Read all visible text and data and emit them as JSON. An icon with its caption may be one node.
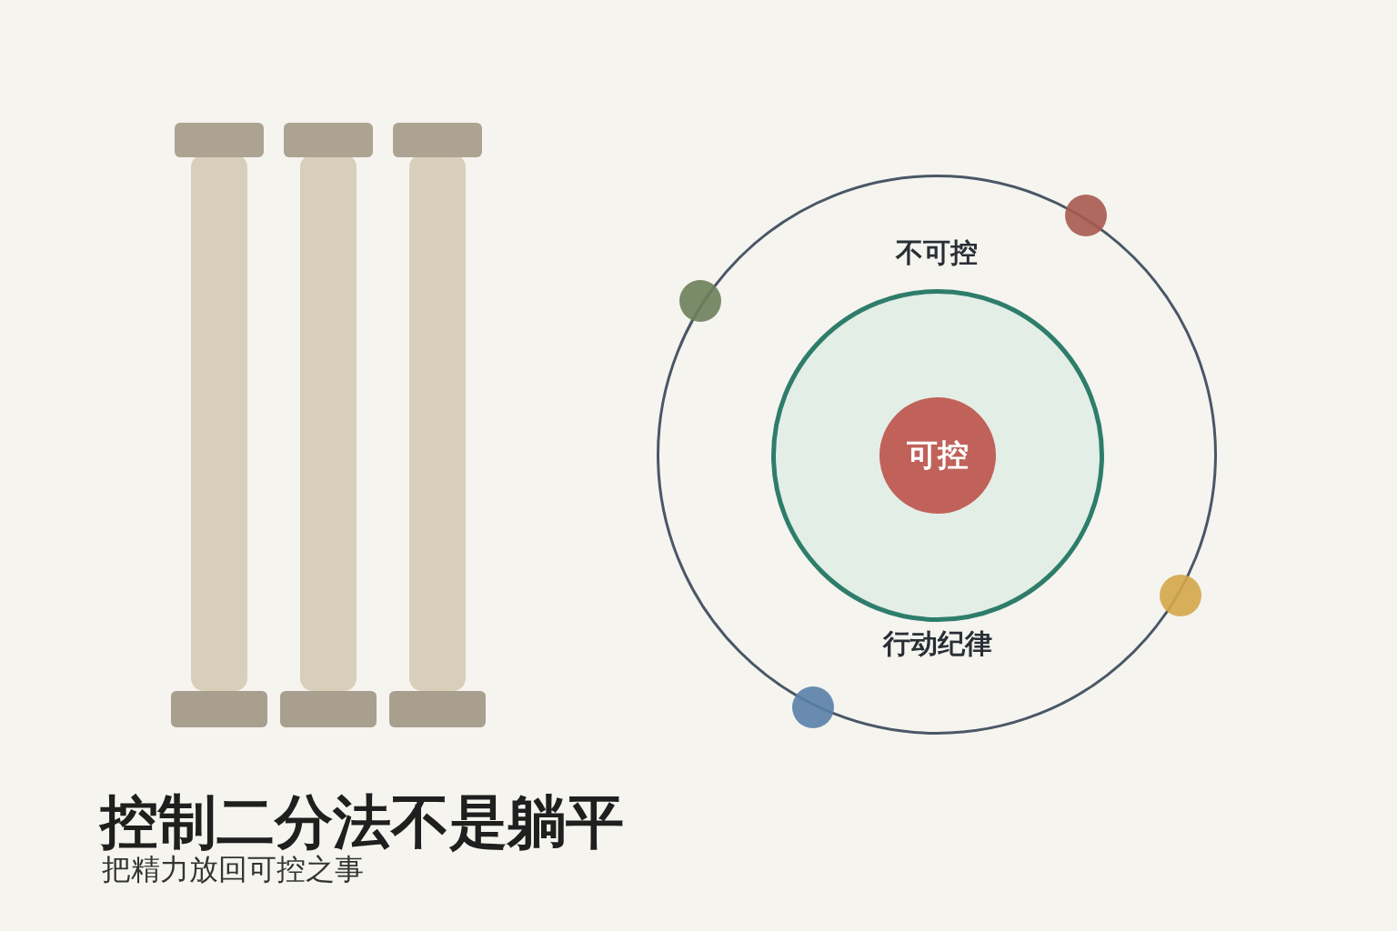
{
  "diagram": {
    "title": "控制二分法不是躺平",
    "caption": "把精力放回可控之事",
    "nodes": [
      {
        "text": [
          "不可控"
        ]
      },
      {
        "text": [
          "行动纪律"
        ],
        "in": 0
      },
      {
        "text": [
          "可控"
        ],
        "in": 1
      }
    ]
  }
}
